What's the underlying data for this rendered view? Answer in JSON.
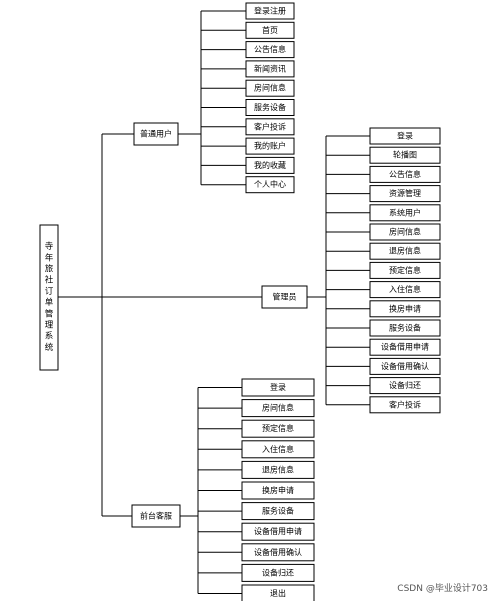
{
  "root": {
    "title": "寺年旅社订单管理系统",
    "chars": [
      "寺",
      "年",
      "旅",
      "社",
      "订",
      "单",
      "管",
      "理",
      "系",
      "统"
    ]
  },
  "branches": [
    {
      "label": "普通用户",
      "items": [
        "登录注册",
        "首页",
        "公告信息",
        "新闻资讯",
        "房间信息",
        "服务设备",
        "客户投诉",
        "我的账户",
        "我的收藏",
        "个人中心"
      ]
    },
    {
      "label": "管理员",
      "items": [
        "登录",
        "轮播图",
        "公告信息",
        "资源管理",
        "系统用户",
        "房间信息",
        "退房信息",
        "预定信息",
        "入住信息",
        "换房申请",
        "服务设备",
        "设备借用申请",
        "设备借用确认",
        "设备归还",
        "客户投诉"
      ]
    },
    {
      "label": "前台客服",
      "items": [
        "登录",
        "房间信息",
        "预定信息",
        "入住信息",
        "退房信息",
        "换房申请",
        "服务设备",
        "设备借用申请",
        "设备借用确认",
        "设备归还",
        "退出"
      ]
    }
  ],
  "watermark": "CSDN @毕业设计703"
}
